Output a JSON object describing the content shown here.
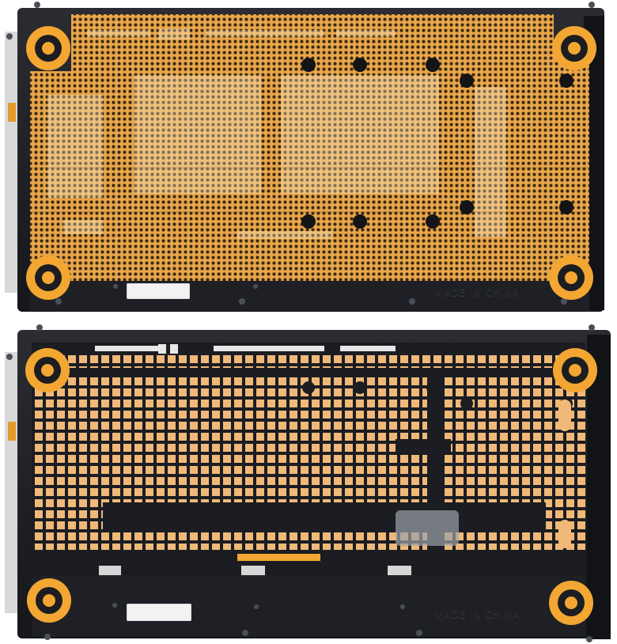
{
  "photo": {
    "panels": [
      {
        "id": "top-panel",
        "grille": "fine-mesh",
        "mesh_color": "#e9a64a",
        "frame_color": "#1b1d22",
        "made_in_text": "MADE IN CHINA"
      },
      {
        "id": "bottom-panel",
        "grille": "square-grid",
        "mesh_color": "#1b1d22",
        "interior_color": "#f0b978",
        "frame_color": "#1b1d22",
        "made_in_text": "MADE IN CHINA"
      }
    ],
    "accent_color": "#f3a632",
    "feet_color": "#f3a632",
    "icons": [
      "foot-icon",
      "screw-icon",
      "sticker-blurred"
    ]
  }
}
